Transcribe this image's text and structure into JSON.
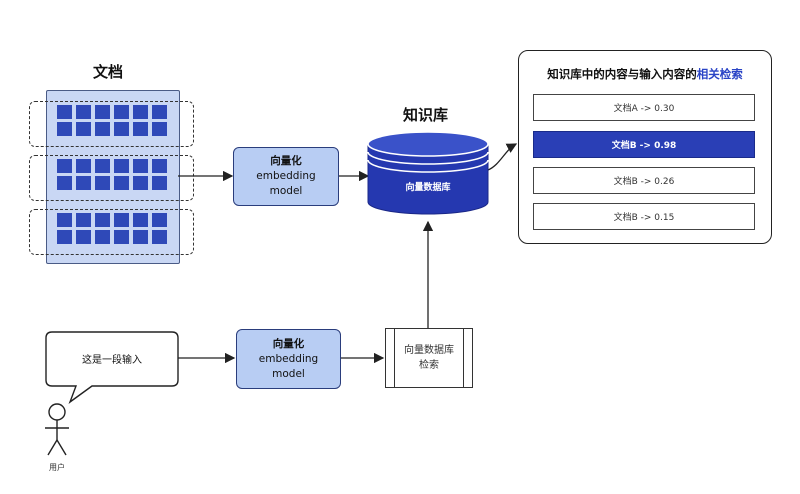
{
  "documents": {
    "title": "文档"
  },
  "knowledge_base": {
    "title": "知识库",
    "db_label": "向量数据库"
  },
  "embedding_top": {
    "line1": "向量化",
    "line2": "embedding",
    "line3": "model"
  },
  "embedding_bottom": {
    "line1": "向量化",
    "line2": "embedding",
    "line3": "model"
  },
  "results": {
    "title_prefix": "知识库中的内容与输入内容的",
    "title_highlight": "相关检索",
    "rows": [
      {
        "label": "文档A -> 0.30",
        "active": false
      },
      {
        "label": "文档B -> 0.98",
        "active": true
      },
      {
        "label": "文档B -> 0.26",
        "active": false
      },
      {
        "label": "文档B -> 0.15",
        "active": false
      }
    ]
  },
  "user": {
    "bubble_text": "这是一段输入",
    "label": "用户"
  },
  "search": {
    "line1": "向量数据库",
    "line2": "检索"
  },
  "colors": {
    "accent": "#2a3fb6",
    "doc_fill": "#c9d7f4",
    "embed_fill": "#b8cdf3",
    "cell": "#2f49b8"
  }
}
